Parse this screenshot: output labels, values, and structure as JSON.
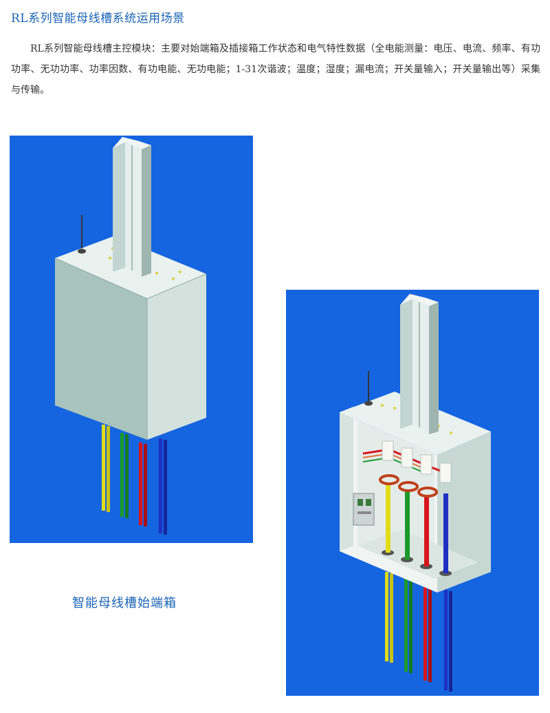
{
  "document": {
    "title": "RL系列智能母线槽系统运用场景",
    "paragraph": "RL系列智能母线槽主控模块：主要对始端箱及插接箱工作状态和电气特性数据（全电能测量：电压、电流、频率、有功功率、无功功率、功率因数、有功电能、无功电能；1-31次谐波；温度；湿度；漏电流；开关量输入；开关量输出等）采集与传输。",
    "caption": "智能母线槽始端箱"
  },
  "colors": {
    "background": "#1565e0",
    "title": "#1a63b5",
    "box": "#a9c3bd",
    "phase_yellow": "#e3dc1a",
    "phase_green": "#1a9a2a",
    "phase_red": "#d8151d",
    "phase_blue": "#1f2fc4"
  },
  "images": [
    {
      "subject": "closed-feeder-box",
      "icons": [
        "busbar-duct",
        "antenna",
        "cable-bundle"
      ]
    },
    {
      "subject": "open-feeder-box",
      "icons": [
        "busbar-duct",
        "antenna",
        "circuit-breaker",
        "current-transformer",
        "cable-bundle"
      ]
    }
  ]
}
